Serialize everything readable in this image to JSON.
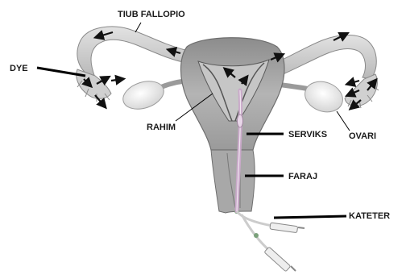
{
  "labels": {
    "tube": "TIUB FALLOPIO",
    "dye": "DYE",
    "uterus": "RAHIM",
    "cervix": "SERVIKS",
    "ovary": "OVARI",
    "vagina": "FARAJ",
    "catheter": "KATETER"
  },
  "colors": {
    "tissue_light": "#d6d6d6",
    "tissue_mid": "#a9a9a9",
    "tissue_dark": "#6e6e6e",
    "ovary": "#e9e9e9",
    "catheter": "#c9a9c9",
    "arrows": "#111111",
    "pointer_lines": "#000000"
  }
}
